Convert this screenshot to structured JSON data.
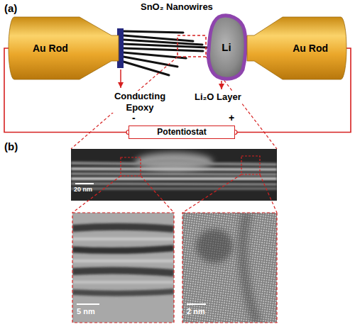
{
  "diagram": {
    "nodes": [
      {
        "text": [
          "Au Rod"
        ]
      },
      {
        "text": [
          "Li"
        ]
      },
      {
        "text": [
          "Au Rod"
        ]
      },
      {
        "text": [
          "Potentiostat"
        ]
      }
    ],
    "edges": [
      {
        "from": 0,
        "to": 3,
        "arrow": "none"
      },
      {
        "from": 2,
        "to": 3,
        "arrow": "none"
      }
    ],
    "labels": [
      "(a)",
      "SnO₂ Nanowires",
      "Conducting Epoxy",
      "Li₂O Layer",
      "-",
      "+",
      "(b)",
      "20 nm",
      "5 nm",
      "2 nm"
    ]
  }
}
